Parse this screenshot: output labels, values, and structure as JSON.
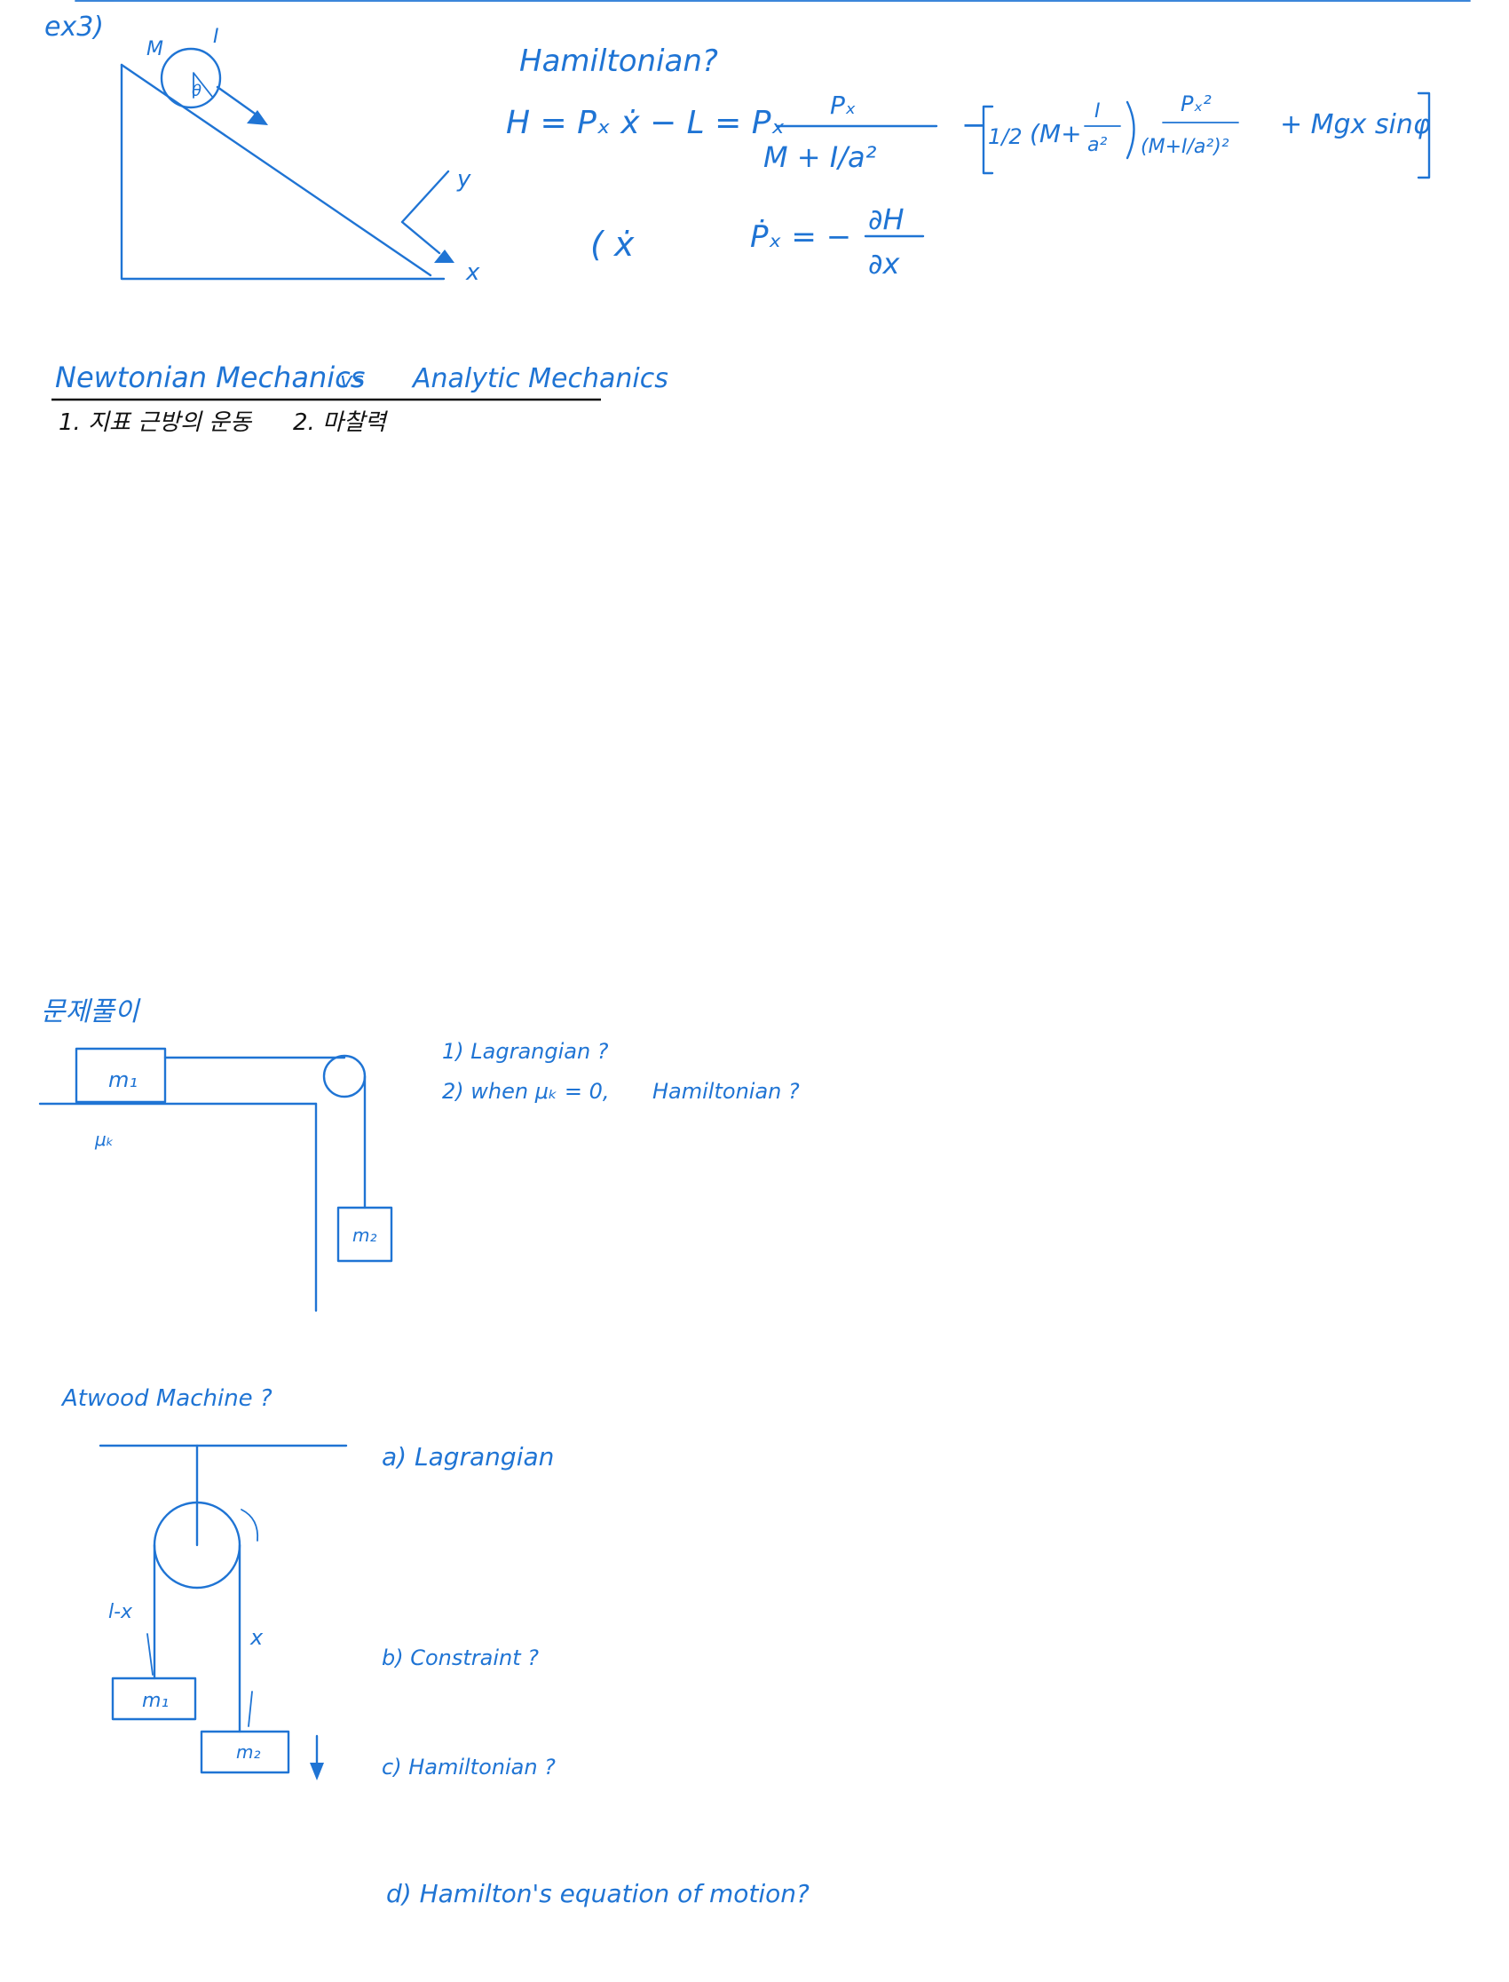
{
  "colors": {
    "ink": "#1f74d4",
    "rule": "#111111",
    "background": "#ffffff"
  },
  "example": {
    "label": "ex3)",
    "mass_label": "M",
    "inertia_label": "I",
    "angle_label": "θ",
    "axis_y": "y",
    "axis_x": "x",
    "title": "Hamiltonian?",
    "h_lhs": "H = Pₓ ẋ − L  =  Pₓ",
    "frac1_num": "Pₓ",
    "frac1_den": "M + I/a²",
    "minus": "−",
    "half": "1/2",
    "paren_mi": "(M+",
    "frac_i_num": "I",
    "frac_i_den": "a²",
    "frac2_num": "Pₓ²",
    "frac2_den": "(M+I/a²)²",
    "last_term": "+ Mgx sinφ",
    "cx_note": "( ẋ",
    "pdot_lhs": "Ṗₓ  =  −",
    "dh": "∂H",
    "dx": "∂x"
  },
  "comparison": {
    "newtonian": "Newtonian Mechanics",
    "vs": "vs",
    "analytic": "Analytic Mechanics",
    "item1": "1. 지표 근방의 운동",
    "item2": "2. 마찰력"
  },
  "problem": {
    "heading": "문제풀이",
    "m1": "m₁",
    "mu": "μₖ",
    "m2": "m₂",
    "q1": "1) Lagrangian ?",
    "q2": "2) when  μₖ = 0,",
    "q2_hamiltonian": "Hamiltonian ?"
  },
  "atwood": {
    "heading": "Atwood Machine ?",
    "l_minus_x": "l-x",
    "x": "x",
    "m1": "m₁",
    "m2": "m₂",
    "qa": "a) Lagrangian",
    "qb": "b) Constraint ?",
    "qc": "c) Hamiltonian ?",
    "qd": "d) Hamilton's equation of motion?"
  }
}
